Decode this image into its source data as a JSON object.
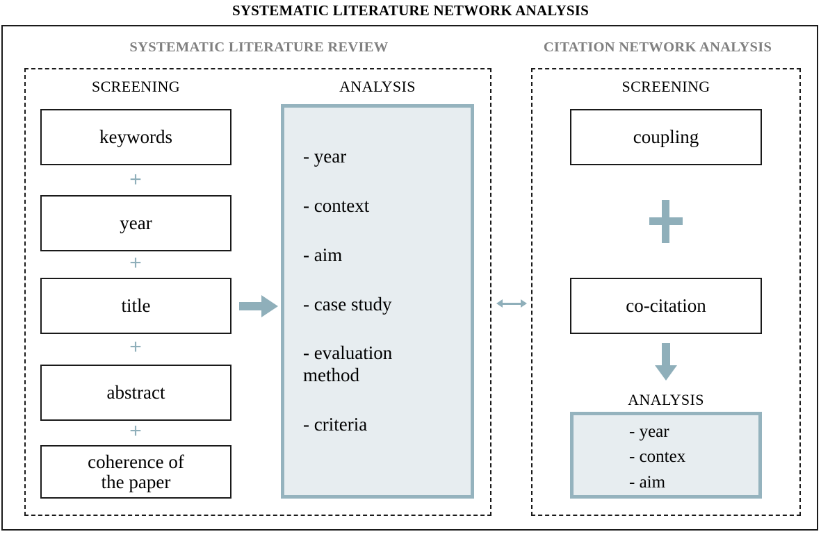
{
  "diagram": {
    "title": "SYSTEMATIC LITERATURE NETWORK ANALYSIS",
    "colors": {
      "accent": "#8FAFBA",
      "accent_border": "#95B3BE",
      "accent_fill": "#E7EDF0",
      "header_gray": "#808080",
      "line_black": "#1a1a1a"
    },
    "sections": {
      "left": {
        "header": "SYSTEMATIC LITERATURE REVIEW",
        "screening": {
          "caption": "SCREENING",
          "operator": "+",
          "items": [
            {
              "label": "keywords"
            },
            {
              "label": "year"
            },
            {
              "label": "title"
            },
            {
              "label": "abstract"
            },
            {
              "label": "coherence of\nthe paper"
            }
          ]
        },
        "analysis": {
          "caption": "ANALYSIS",
          "items": [
            "- year",
            "- context",
            "- aim",
            "- case study",
            "- evaluation\n  method",
            "- criteria"
          ]
        }
      },
      "right": {
        "header": "CITATION NETWORK ANALYSIS",
        "screening": {
          "caption": "SCREENING",
          "operator": "+",
          "items": [
            {
              "label": "coupling"
            },
            {
              "label": "co-citation"
            }
          ]
        },
        "analysis": {
          "caption": "ANALYSIS",
          "items": [
            "- year",
            "- contex",
            "- aim"
          ]
        }
      }
    },
    "connectors": {
      "screening_to_analysis": "arrow-right",
      "cocitation_to_analysis": "arrow-down",
      "between_sections": "arrow-double"
    }
  }
}
